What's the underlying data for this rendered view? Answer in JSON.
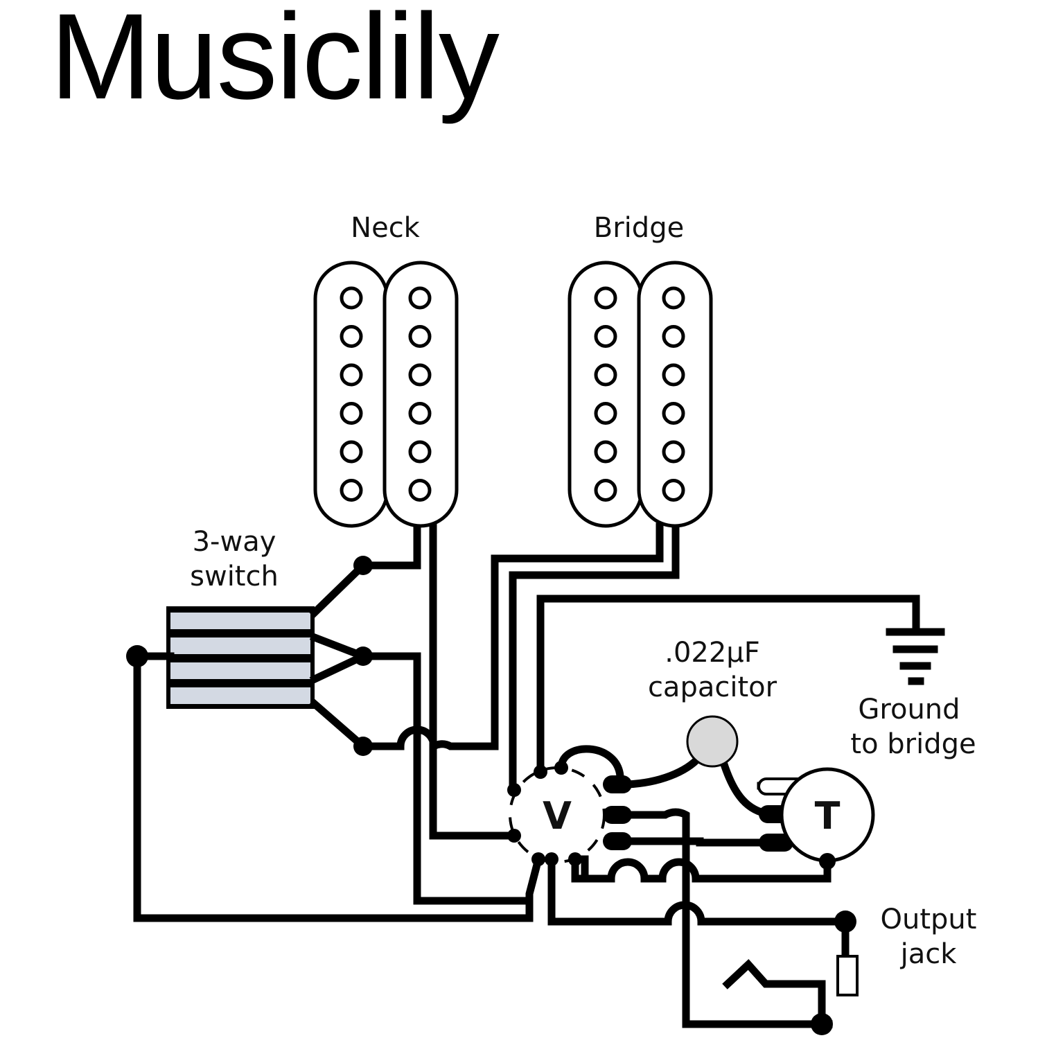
{
  "brand": "Musiclily",
  "labels": {
    "neck": "Neck",
    "bridge": "Bridge",
    "switch_line1": "3-way",
    "switch_line2": "switch",
    "capacitor_line1": ".022µF",
    "capacitor_line2": "capacitor",
    "ground_line1": "Ground",
    "ground_line2": "to bridge",
    "output_line1": "Output",
    "output_line2": "jack",
    "volume_pot": "V",
    "tone_pot": "T"
  },
  "colors": {
    "wire": "#000000",
    "switch_fill": "#d3d9e3",
    "capacitor_fill": "#d9d9d9"
  }
}
